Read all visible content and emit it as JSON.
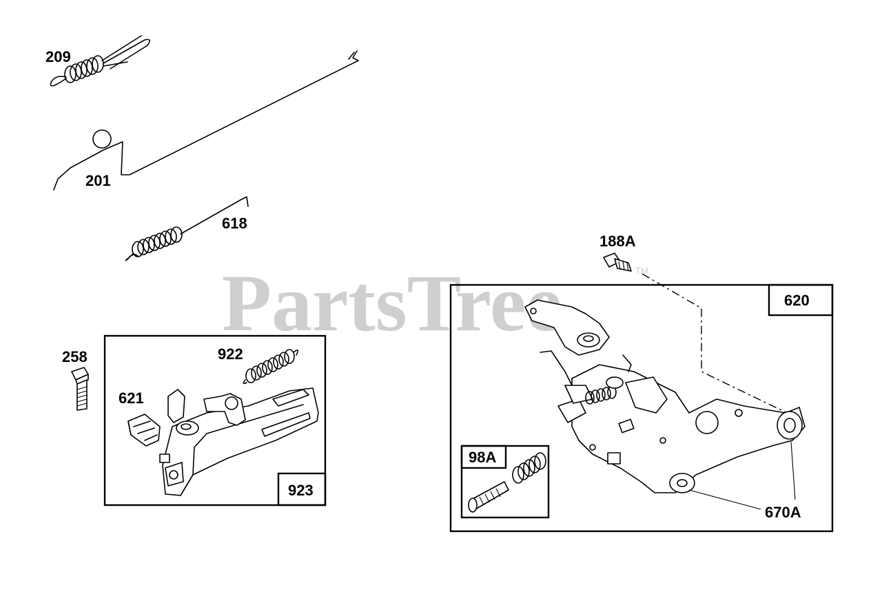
{
  "watermark": {
    "text": "PartsTree",
    "tm": "TM"
  },
  "parts": {
    "p209": "209",
    "p201": "201",
    "p618": "618",
    "p258": "258",
    "p922": "922",
    "p621": "621",
    "p923": "923",
    "p188A": "188A",
    "p620": "620",
    "p98A": "98A",
    "p670A": "670A"
  }
}
